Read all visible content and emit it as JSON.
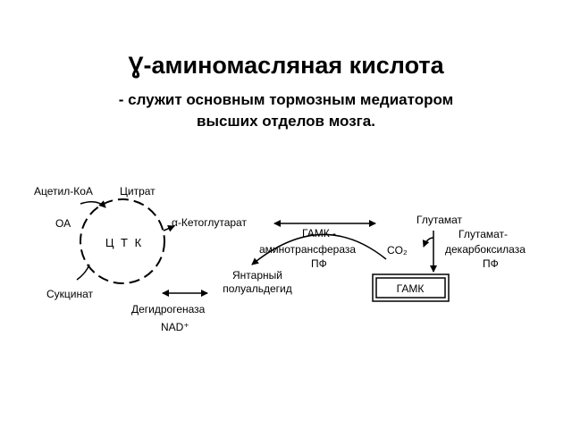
{
  "title": "Ɣ-аминомасляная кислота",
  "subtitle_lines": [
    "- служит основным тормозным медиатором",
    "высших отделов мозга."
  ],
  "diagram": {
    "acetyl_coa": "Ацетил-КоА",
    "citrate": "Цитрат",
    "oa": "ОА",
    "cycle": "Ц Т К",
    "alpha_ketoglutarate": "α-Кетоглутарат",
    "succinate": "Сукцинат",
    "succinic_semialdehyde_1": "Янтарный",
    "succinic_semialdehyde_2": "полуальдегид",
    "dehydrogenase": "Дегидрогеназа",
    "nad": "NAD⁺",
    "gaba_transaminase_1": "ГАМК -",
    "gaba_transaminase_2": "аминотрансфераза",
    "pf_1": "ПФ",
    "glutamate": "Глутамат",
    "co2": "CO₂",
    "glutamate_decarboxylase_1": "Глутамат-",
    "glutamate_decarboxylase_2": "декарбоксилаза",
    "pf_2": "ПФ",
    "gaba": "ГАМК"
  }
}
